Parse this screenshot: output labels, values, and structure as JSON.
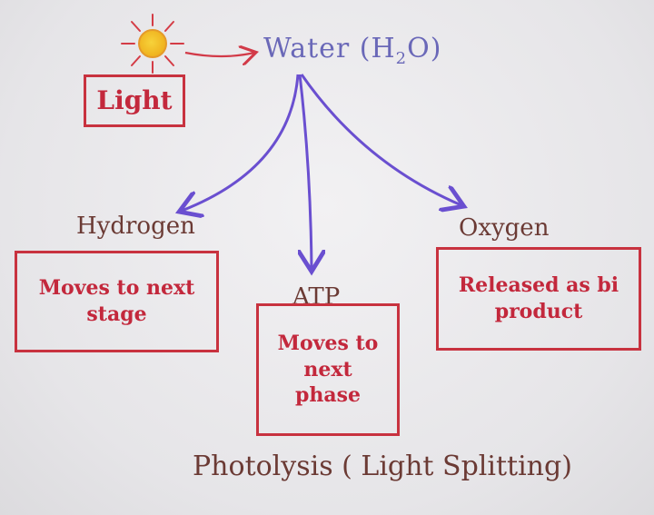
{
  "diagram": {
    "title": "Photolysis ( Light Splitting)",
    "source": {
      "label": "Light",
      "icon": "sun-icon"
    },
    "center": {
      "label": "Water (H",
      "subscript": "2",
      "suffix": "O)"
    },
    "products": [
      {
        "name": "Hydrogen",
        "note": "Moves to next stage"
      },
      {
        "name": "ATP",
        "note": "Moves to next phase"
      },
      {
        "name": "Oxygen",
        "note": "Released as bi product"
      }
    ]
  },
  "colors": {
    "red_ink": "#c3283c",
    "purple_arrow": "#6a4fd0",
    "blue_ink": "#6a68b8",
    "brown_ink": "#6b3a34",
    "sun": "#f0b521"
  }
}
